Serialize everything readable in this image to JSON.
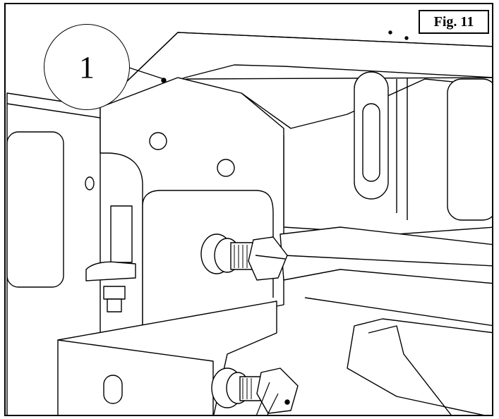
{
  "figure": {
    "label": "Fig. 11",
    "callout_number": "1"
  },
  "parts": [
    "bracket-plate",
    "hex-bolt",
    "flat-washer",
    "hex-nut",
    "slotted-hole"
  ]
}
